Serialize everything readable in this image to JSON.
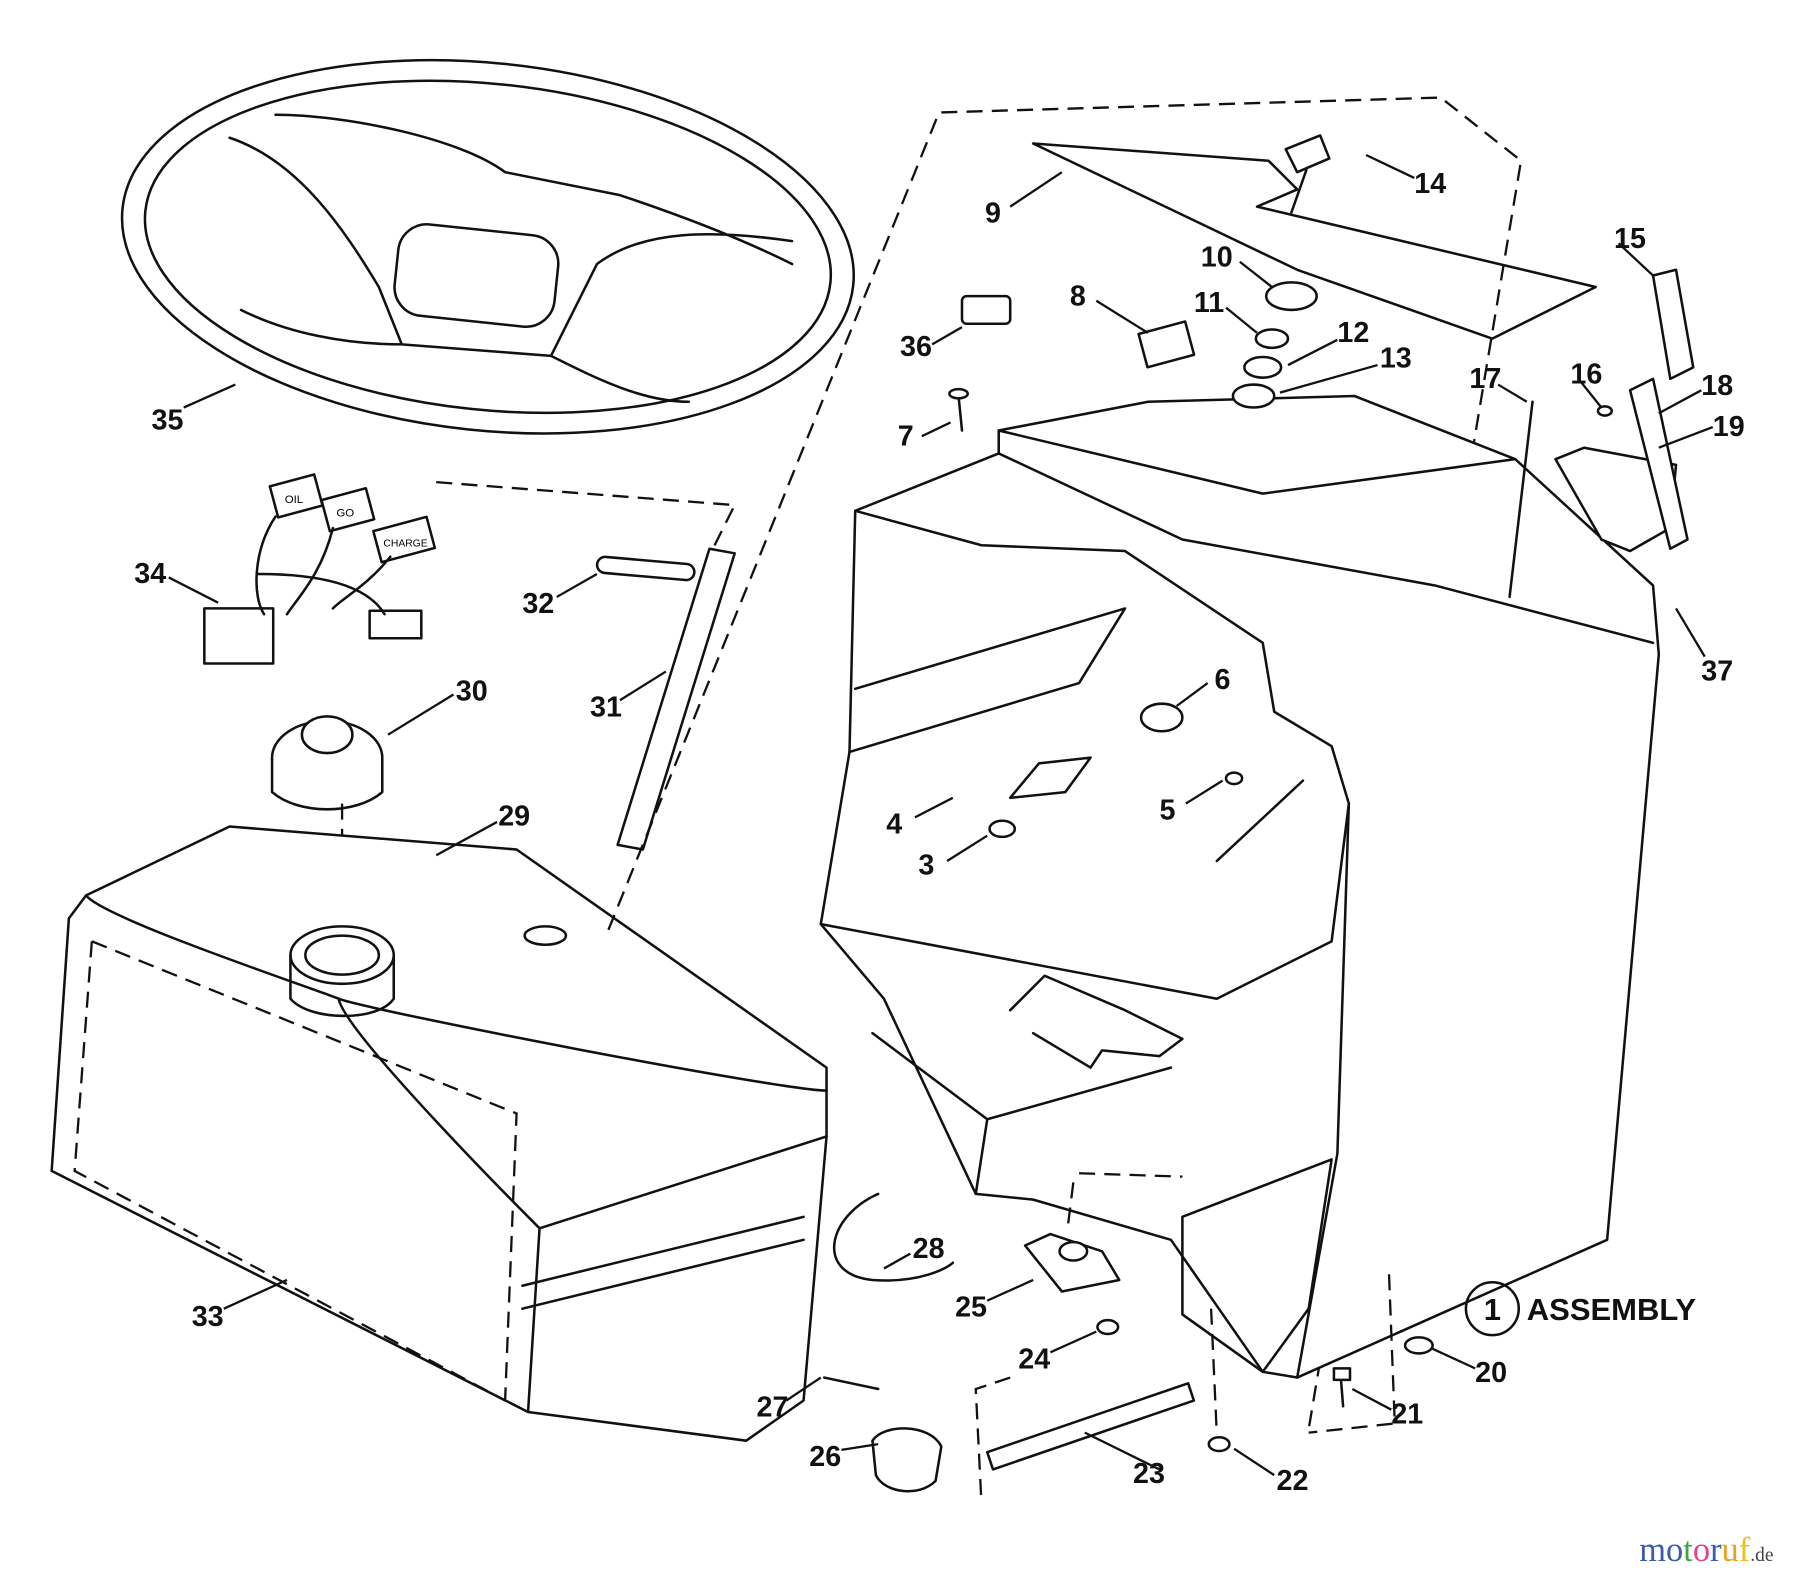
{
  "callouts": [
    "3",
    "4",
    "5",
    "6",
    "7",
    "8",
    "9",
    "10",
    "11",
    "12",
    "13",
    "14",
    "15",
    "16",
    "17",
    "18",
    "19",
    "20",
    "21",
    "22",
    "23",
    "24",
    "25",
    "26",
    "27",
    "28",
    "29",
    "30",
    "31",
    "32",
    "33",
    "34",
    "35",
    "36",
    "37"
  ],
  "assembly": {
    "number": "1",
    "label": "ASSEMBLY"
  },
  "harness_tags": [
    "OIL",
    "GO",
    "CHARGE"
  ],
  "watermark": {
    "text": "motoruf",
    "suffix": ".de",
    "colors": [
      "#3b5bab",
      "#3b5bab",
      "#3aa548",
      "#e0468f",
      "#3b5bab",
      "#e8502a",
      "#f0a020",
      "#e8c020"
    ]
  }
}
